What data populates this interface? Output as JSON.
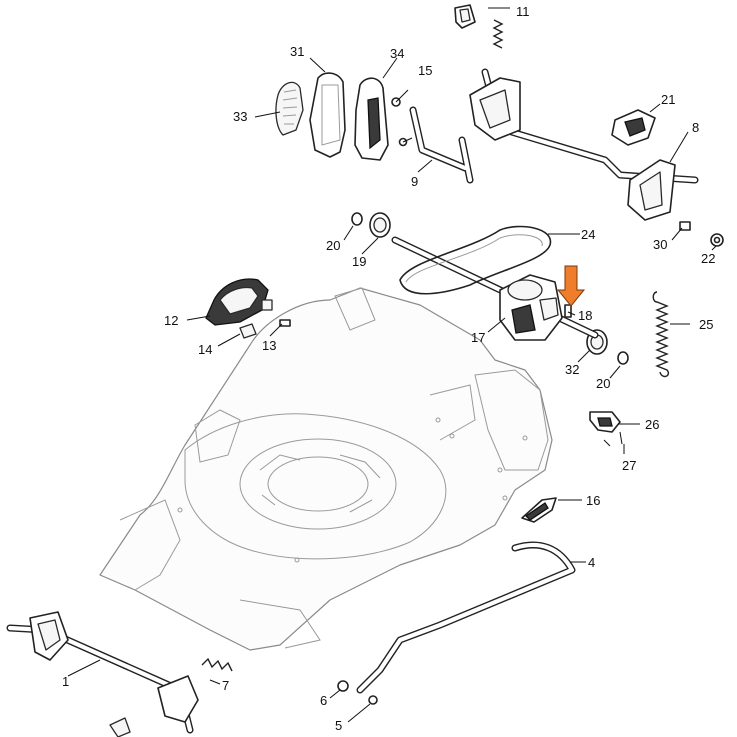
{
  "diagram": {
    "callouts": [
      "11",
      "31",
      "34",
      "15",
      "33",
      "21",
      "8",
      "9",
      "20",
      "24",
      "30",
      "22",
      "19",
      "25",
      "12",
      "18",
      "17",
      "14",
      "13",
      "32",
      "20",
      "26",
      "27",
      "16",
      "4",
      "1",
      "7",
      "6",
      "5"
    ],
    "highlight": {
      "target_part": "18",
      "color": "#ef7d2b"
    }
  }
}
